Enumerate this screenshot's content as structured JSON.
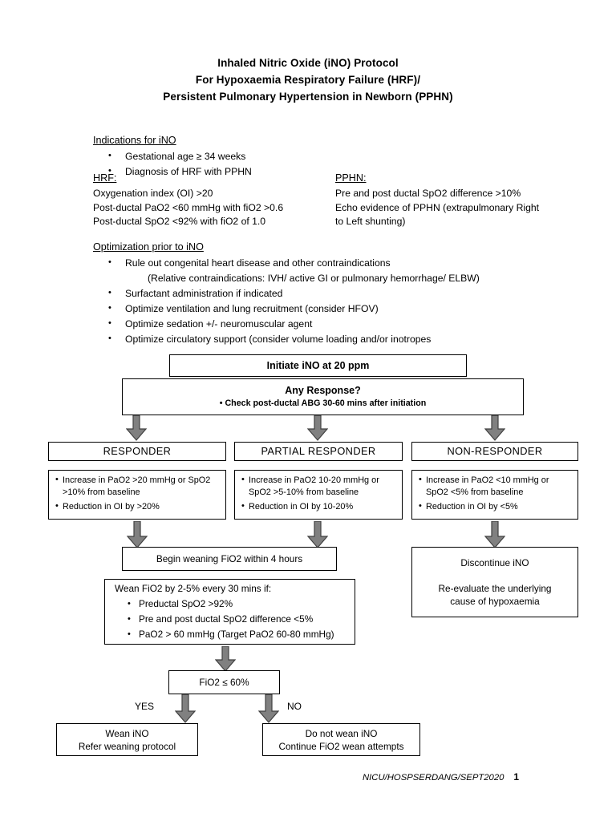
{
  "document": {
    "title_lines": [
      "Inhaled Nitric Oxide (iNO) Protocol",
      "For Hypoxaemia Respiratory Failure (HRF)/",
      "Persistent Pulmonary Hypertension in Newborn (PPHN)"
    ],
    "footer": "NICU/HOSPSERDANG/SEPT2020",
    "page_number": "1"
  },
  "indications": {
    "heading": "Indications for iNO",
    "items": [
      "Gestational age ≥ 34 weeks",
      "Diagnosis of HRF with PPHN"
    ]
  },
  "hrf": {
    "heading": "HRF:",
    "lines": [
      "Oxygenation index (OI) >20",
      "Post-ductal PaO2 <60 mmHg with fiO2 >0.6",
      "Post-ductal SpO2 <92% with fiO2 of 1.0"
    ]
  },
  "pphn": {
    "heading": "PPHN:",
    "lines": [
      "Pre and post ductal SpO2 difference >10%",
      "Echo evidence of PPHN (extrapulmonary Right",
      "to Left shunting)"
    ]
  },
  "optimization": {
    "heading": "Optimization prior to iNO",
    "items": [
      {
        "text": "Rule out congenital heart disease and other contraindications",
        "bullet": true
      },
      {
        "text": "(Relative contraindications: IVH/ active GI or pulmonary hemorrhage/ ELBW)",
        "bullet": false
      },
      {
        "text": "Surfactant administration if indicated",
        "bullet": true
      },
      {
        "text": "Optimize ventilation and lung recruitment (consider HFOV)",
        "bullet": true
      },
      {
        "text": "Optimize sedation +/- neuromuscular agent",
        "bullet": true
      },
      {
        "text": "Optimize circulatory support (consider volume loading and/or inotropes",
        "bullet": true
      }
    ]
  },
  "flow": {
    "initiate": "Initiate iNO at 20 ppm",
    "any_response": {
      "title": "Any Response?",
      "subtitle": "• Check post-ductal ABG 30-60 mins after initiation"
    },
    "categories": {
      "responder": "RESPONDER",
      "partial_responder": "PARTIAL RESPONDER",
      "non_responder": "NON-RESPONDER"
    },
    "criteria": {
      "responder": [
        "Increase in PaO2 >20 mmHg or SpO2 >10% from baseline",
        "Reduction in OI by >20%"
      ],
      "partial_responder": [
        "Increase in PaO2 10-20 mmHg or SpO2 >5-10% from baseline",
        "Reduction in OI by 10-20%"
      ],
      "non_responder": [
        "Increase in PaO2 <10 mmHg or SpO2 <5% from baseline",
        "Reduction in OI by <5%"
      ]
    },
    "begin_weaning": "Begin weaning FiO2 within 4 hours",
    "wean_rules": {
      "lead": "Wean FiO2 by 2-5% every 30 mins if:",
      "items": [
        "Preductal SpO2 >92%",
        "Pre and post ductal SpO2 difference <5%",
        "PaO2 > 60 mmHg (Target PaO2 60-80 mmHg)"
      ]
    },
    "discontinue": {
      "line1": "Discontinue iNO",
      "line2": "Re-evaluate the underlying",
      "line3": "cause of hypoxaemia"
    },
    "decision": "FiO2 ≤ 60%",
    "branch_yes": "YES",
    "branch_no": "NO",
    "outcome_yes": {
      "line1": "Wean iNO",
      "line2": "Refer weaning protocol"
    },
    "outcome_no": {
      "line1": "Do not wean iNO",
      "line2": "Continue FiO2 wean attempts"
    }
  },
  "colors": {
    "arrow_fill": "#808080",
    "arrow_stroke": "#404040",
    "border": "#000000",
    "text": "#000000",
    "background": "#ffffff"
  }
}
